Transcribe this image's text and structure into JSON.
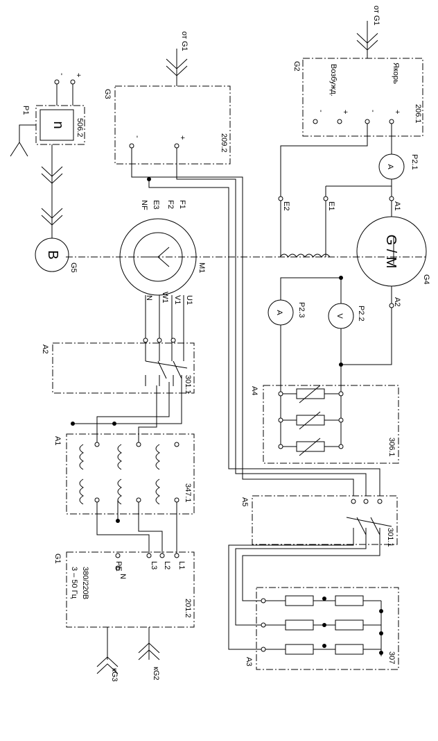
{
  "labels": {
    "from_g1_top": "от G1",
    "from_g1_mid": "от G1",
    "to_g2": "кG2",
    "to_g3": "кG3",
    "g1": "G1",
    "g2": "G2",
    "g3": "G3",
    "g4": "G4",
    "g5": "G5",
    "p1": "P1",
    "a1": "A1",
    "a2": "A2",
    "a3": "A3",
    "a4": "A4",
    "a5": "A5",
    "m1": "M1",
    "p21": "P2.1",
    "p22": "P2.2",
    "p23": "P2.3",
    "b206": "206.1",
    "b209": "209.2",
    "b506": "506.2",
    "b301a": "301.1",
    "b301b": "301.1",
    "b347": "347.1",
    "b306": "306.1",
    "b307": "307",
    "b201": "201.2",
    "yakor": "Якорь",
    "vozbuzh": "Возбужд.",
    "plus": "+",
    "minus": "-",
    "e1": "E1",
    "e2": "E2",
    "a1t": "A1",
    "a2t": "A2",
    "f1": "F1",
    "f2": "F2",
    "e3": "E3",
    "nf": "NF",
    "u1": "U1",
    "v1": "V1",
    "w1": "W1",
    "n": "N",
    "l1": "L1",
    "l2": "L2",
    "l3": "L3",
    "n2": "N",
    "pe": "PE",
    "volt": "380/220В",
    "freq": "3 – 50 Гц",
    "gm": "G / M",
    "b": "B",
    "nrpm": "n",
    "amp": "A",
    "volt_sym": "V"
  }
}
